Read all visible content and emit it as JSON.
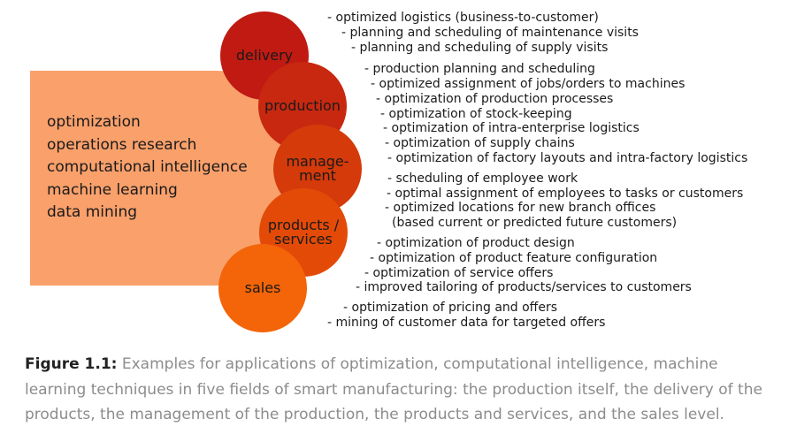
{
  "left_terms": [
    "optimization",
    "operations research",
    "computational intelligence",
    "machine learning",
    "data mining"
  ],
  "fields": {
    "delivery": "delivery",
    "production": "production",
    "management": [
      "manage-",
      "ment"
    ],
    "products": [
      "products /",
      "services"
    ],
    "sales": "sales"
  },
  "applications": [
    "- optimized logistics (business-to-customer)",
    "- planning and scheduling of maintenance visits",
    "- planning and scheduling of supply visits",
    "- production planning and scheduling",
    "- optimized assignment of jobs/orders to machines",
    "- optimization of production processes",
    "- optimization of stock-keeping",
    "- optimization of intra-enterprise logistics",
    "- optimization of supply chains",
    "- optimization of factory layouts and intra-factory logistics",
    "- scheduling of employee work",
    "- optimal assignment of employees to tasks or customers",
    "- optimized locations for new branch offices",
    "(based current or predicted future customers)",
    "- optimization of product design",
    "- optimization of product feature configuration",
    "- optimization of service offers",
    "- improved tailoring of products/services to customers",
    "- optimization of pricing and offers",
    "- mining of customer data for targeted offers"
  ],
  "caption": {
    "label": "Figure 1.1:",
    "text": "Examples for applications of optimization, computational intelligence, machine learning techniques in five fields of smart manufacturing: the production itself, the delivery of the products, the management of the production, the products and services, and the sales level."
  }
}
